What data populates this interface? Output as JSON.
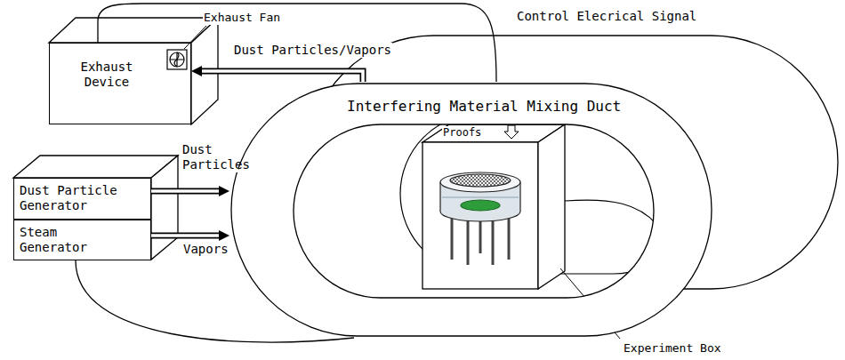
{
  "diagram": {
    "nodes": [
      {
        "text": [
          "Exhaust Device"
        ]
      },
      {
        "text": [
          "Dust Particle Generator"
        ]
      },
      {
        "text": [
          "Steam Generator"
        ]
      },
      {
        "text": [
          "Interfering Material Mixing Duct"
        ]
      }
    ],
    "edges": [
      {
        "from": 3,
        "to": 0,
        "arrow": "to",
        "label": "Dust Particles/Vapors"
      },
      {
        "from": 1,
        "to": 3,
        "arrow": "to",
        "label": "Dust Particles"
      },
      {
        "from": 2,
        "to": 3,
        "arrow": "to",
        "label": "Vapors"
      },
      {
        "from": 0,
        "to": 3,
        "arrow": "none",
        "label": "Control Elecrical Signal"
      },
      {
        "from": 2,
        "to": 3,
        "arrow": "none"
      }
    ],
    "labels": [
      "Exhaust Fan",
      "Proofs",
      "Experiment Box"
    ]
  }
}
